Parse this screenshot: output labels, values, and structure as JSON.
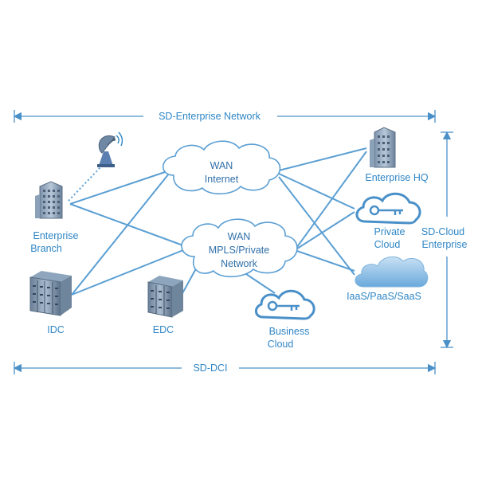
{
  "labels": {
    "top_span": "SD-Enterprise Network",
    "bottom_span": "SD-DCI",
    "right_span_1": "SD-Cloud",
    "right_span_2": "Enterprise",
    "wan_internet_1": "WAN",
    "wan_internet_2": "Internet",
    "wan_mpls_1": "WAN",
    "wan_mpls_2": "MPLS/Private",
    "wan_mpls_3": "Network",
    "enterprise_hq": "Enterprise HQ",
    "enterprise_branch_1": "Enterprise",
    "enterprise_branch_2": "Branch",
    "private_cloud_1": "Private",
    "private_cloud_2": "Cloud",
    "iaas": "IaaS/PaaS/SaaS",
    "idc": "IDC",
    "edc": "EDC",
    "business_cloud_1": "Business",
    "business_cloud_2": "Cloud"
  },
  "colors": {
    "text": "#2f86c6",
    "link": "#5b9fd3",
    "cloud_fill": "#ffffff",
    "cloud_stroke": "#5b9fd3",
    "server_dark": "#5a6f86",
    "server_light": "#9fb6cc"
  },
  "icons": [
    "satellite-dish-icon",
    "building-icon",
    "server-rack-icon",
    "cloud-key-icon",
    "cloud-icon"
  ]
}
